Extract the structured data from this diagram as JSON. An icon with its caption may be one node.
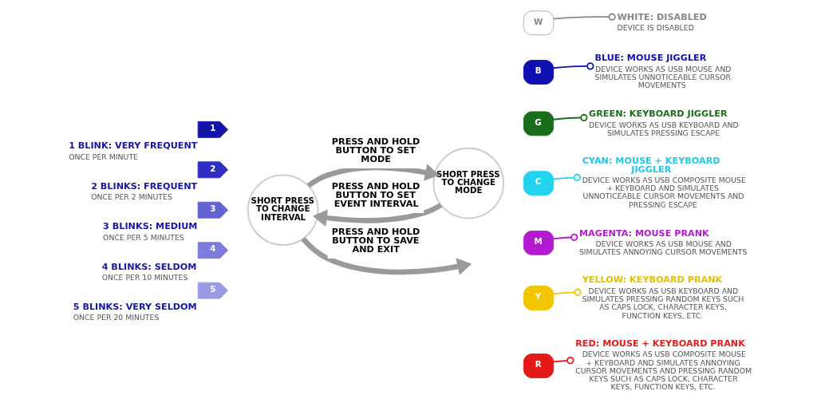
{
  "diagram": {
    "nodes": [
      {
        "text": [
          "SHORT PRESS TO CHANGE INTERVAL"
        ]
      },
      {
        "text": [
          "1"
        ],
        "beside": [
          "1 BLINK: VERY FREQUENT",
          "ONCE PER MINUTE"
        ]
      },
      {
        "text": [
          "2"
        ],
        "beside": [
          "2 BLINKS: FREQUENT",
          "ONCE PER 2 MINUTES"
        ]
      },
      {
        "text": [
          "3"
        ],
        "beside": [
          "3 BLINKS: MEDIUM",
          "ONCE PER 5 MINUTES"
        ]
      },
      {
        "text": [
          "4"
        ],
        "beside": [
          "4 BLINKS: SELDOM",
          "ONCE PER 10 MINUTES"
        ]
      },
      {
        "text": [
          "5"
        ],
        "beside": [
          "5 BLINKS: VERY SELDOM",
          "ONCE PER 20 MINUTES"
        ]
      },
      {
        "text": [
          "SHORT PRESS TO CHANGE MODE"
        ]
      },
      {
        "text": [
          "W"
        ]
      },
      {
        "text": [
          "B"
        ]
      },
      {
        "text": [
          "G"
        ]
      },
      {
        "text": [
          "C"
        ]
      },
      {
        "text": [
          "M"
        ]
      },
      {
        "text": [
          "Y"
        ]
      },
      {
        "text": [
          "R"
        ]
      },
      {
        "text": [
          "WHITE: DISABLED",
          "DEVICE IS DISABLED"
        ]
      },
      {
        "text": [
          "BLUE: MOUSE JIGGLER",
          "DEVICE WORKS AS USB MOUSE AND SIMULATES UNNOTICEABLE CURSOR MOVEMENTS"
        ]
      },
      {
        "text": [
          "GREEN: KEYBOARD JIGGLER",
          "DEVICE WORKS AS USB KEYBOARD AND SIMULATES PRESSING ESCAPE"
        ]
      },
      {
        "text": [
          "CYAN: MOUSE + KEYBOARD JIGGLER",
          "DEVICE WORKS AS USB COMPOSITE MOUSE + KEYBOARD AND SIMULATES UNNOTICEABLE CURSOR MOVEMENTS AND PRESSING ESCAPE"
        ]
      },
      {
        "text": [
          "MAGENTA: MOUSE PRANK",
          "DEVICE WORKS AS USB MOUSE AND SIMULATES ANNOYING CURSOR MOVEMENTS"
        ]
      },
      {
        "text": [
          "YELLOW: KEYBOARD PRANK",
          "DEVICE WORKS AS USB KEYBOARD AND SIMULATES PRESSING RANDOM KEYS SUCH AS CAPS LOCK, CHARACTER KEYS, FUNCTION KEYS, ETC."
        ]
      },
      {
        "text": [
          "RED: MOUSE + KEYBOARD PRANK",
          "DEVICE WORKS AS USB COMPOSITE MOUSE + KEYBOARD AND SIMULATES ANNOYING CURSOR MOVEMENTS AND PRESSING RANDOM KEYS SUCH AS CAPS LOCK, CHARACTER KEYS, FUNCTION KEYS, ETC."
        ]
      }
    ],
    "edges": [
      {
        "from": 0,
        "to": 6,
        "arrow": "to",
        "label": "PRESS AND HOLD BUTTON TO SET MODE",
        "style": "thick",
        "color": "#9a9a9a"
      },
      {
        "from": 0,
        "to": null,
        "arrow": "to",
        "label": "PRESS AND HOLD BUTTON TO SAVE AND EXIT",
        "style": "thick",
        "color": "#9a9a9a"
      },
      {
        "from": 6,
        "to": 0,
        "arrow": "to",
        "label": "PRESS AND HOLD BUTTON TO SET EVENT INTERVAL",
        "style": "thick",
        "color": "#9a9a9a"
      },
      {
        "from": 14,
        "to": 7,
        "arrow": "other",
        "color": "#888888"
      },
      {
        "from": 15,
        "to": 8,
        "arrow": "other",
        "color": "#1010b0"
      },
      {
        "from": 16,
        "to": 9,
        "arrow": "other",
        "color": "#1a6e1a"
      },
      {
        "from": 17,
        "to": 10,
        "arrow": "other",
        "color": "#22d3ee"
      },
      {
        "from": 18,
        "to": 11,
        "arrow": "other",
        "color": "#b31bd1"
      },
      {
        "from": 19,
        "to": 12,
        "arrow": "other",
        "color": "#f2c500"
      },
      {
        "from": 20,
        "to": 13,
        "arrow": "other",
        "color": "#e61919"
      }
    ]
  }
}
